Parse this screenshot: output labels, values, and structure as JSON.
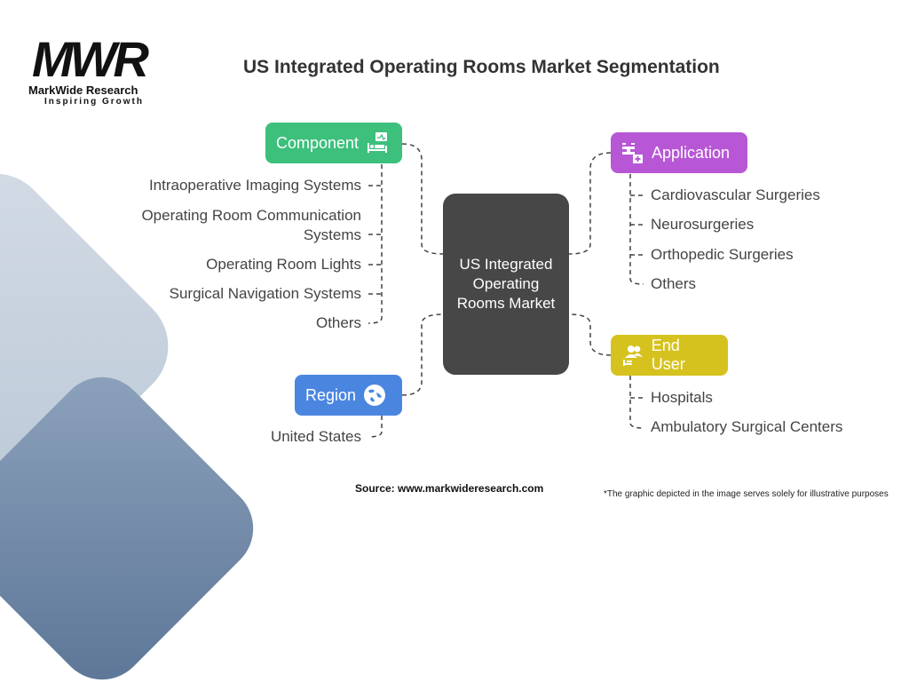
{
  "logo": {
    "mark": "MWR",
    "name": "MarkWide Research",
    "tagline": "Inspiring Growth"
  },
  "title": "US Integrated Operating Rooms Market Segmentation",
  "center": "US Integrated Operating Rooms Market",
  "categories": {
    "component": {
      "label": "Component",
      "icon": "hospital-bed-monitor-icon",
      "color": "#3cc07c",
      "items": [
        "Intraoperative Imaging Systems",
        "Operating Room Communication Systems",
        "Operating Room Lights",
        "Surgical Navigation Systems",
        "Others"
      ]
    },
    "application": {
      "label": "Application",
      "icon": "medical-application-icon",
      "color": "#b757d6",
      "items": [
        "Cardiovascular Surgeries",
        "Neurosurgeries",
        "Orthopedic Surgeries",
        "Others"
      ]
    },
    "end_user": {
      "label": "End User",
      "icon": "users-icon",
      "color": "#d6c21f",
      "items": [
        "Hospitals",
        "Ambulatory Surgical Centers"
      ]
    },
    "region": {
      "label": "Region",
      "icon": "globe-icon",
      "color": "#4a86e0",
      "items": [
        "United States"
      ]
    }
  },
  "footer": {
    "source": "Source: www.markwideresearch.com",
    "note": "*The graphic depicted in the image serves  solely for illustrative purposes"
  }
}
